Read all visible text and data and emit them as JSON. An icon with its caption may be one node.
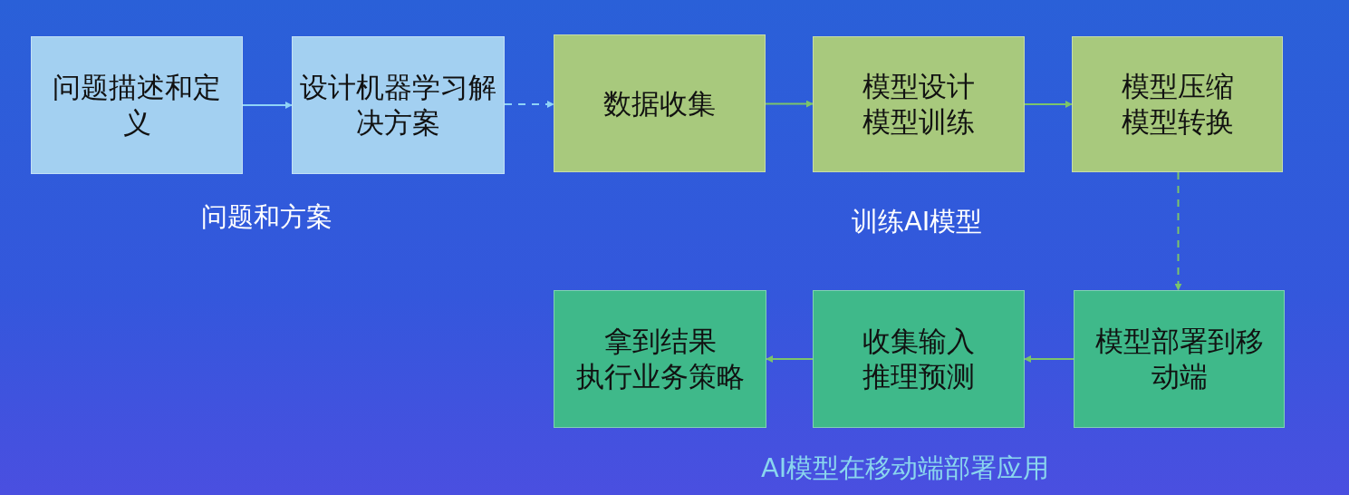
{
  "diagram": {
    "nodes": [
      {
        "text": [
          "问题描述和定义"
        ]
      },
      {
        "text": [
          "设计机器学习解决方案"
        ]
      },
      {
        "text": [
          "数据收集"
        ]
      },
      {
        "text": [
          "模型设计",
          "模型训练"
        ]
      },
      {
        "text": [
          "模型压缩",
          "模型转换"
        ]
      },
      {
        "text": [
          "模型部署到移动端"
        ]
      },
      {
        "text": [
          "收集输入",
          "推理预测"
        ]
      },
      {
        "text": [
          "拿到结果",
          "执行业务策略"
        ]
      }
    ],
    "edges": [
      {
        "from": 0,
        "to": 1,
        "arrow": "to",
        "color": "#8fd3f7"
      },
      {
        "from": 1,
        "to": 2,
        "arrow": "to",
        "style": "dashed",
        "color": "#8fd3f7"
      },
      {
        "from": 2,
        "to": 3,
        "arrow": "to"
      },
      {
        "from": 3,
        "to": 4,
        "arrow": "to"
      },
      {
        "from": 4,
        "to": 5,
        "arrow": "to",
        "style": "dashed"
      },
      {
        "from": 5,
        "to": 6,
        "arrow": "to"
      },
      {
        "from": 6,
        "to": 7,
        "arrow": "to"
      }
    ],
    "labels": [
      "问题和方案",
      "训练AI模型",
      "AI模型在移动端部署应用"
    ]
  }
}
